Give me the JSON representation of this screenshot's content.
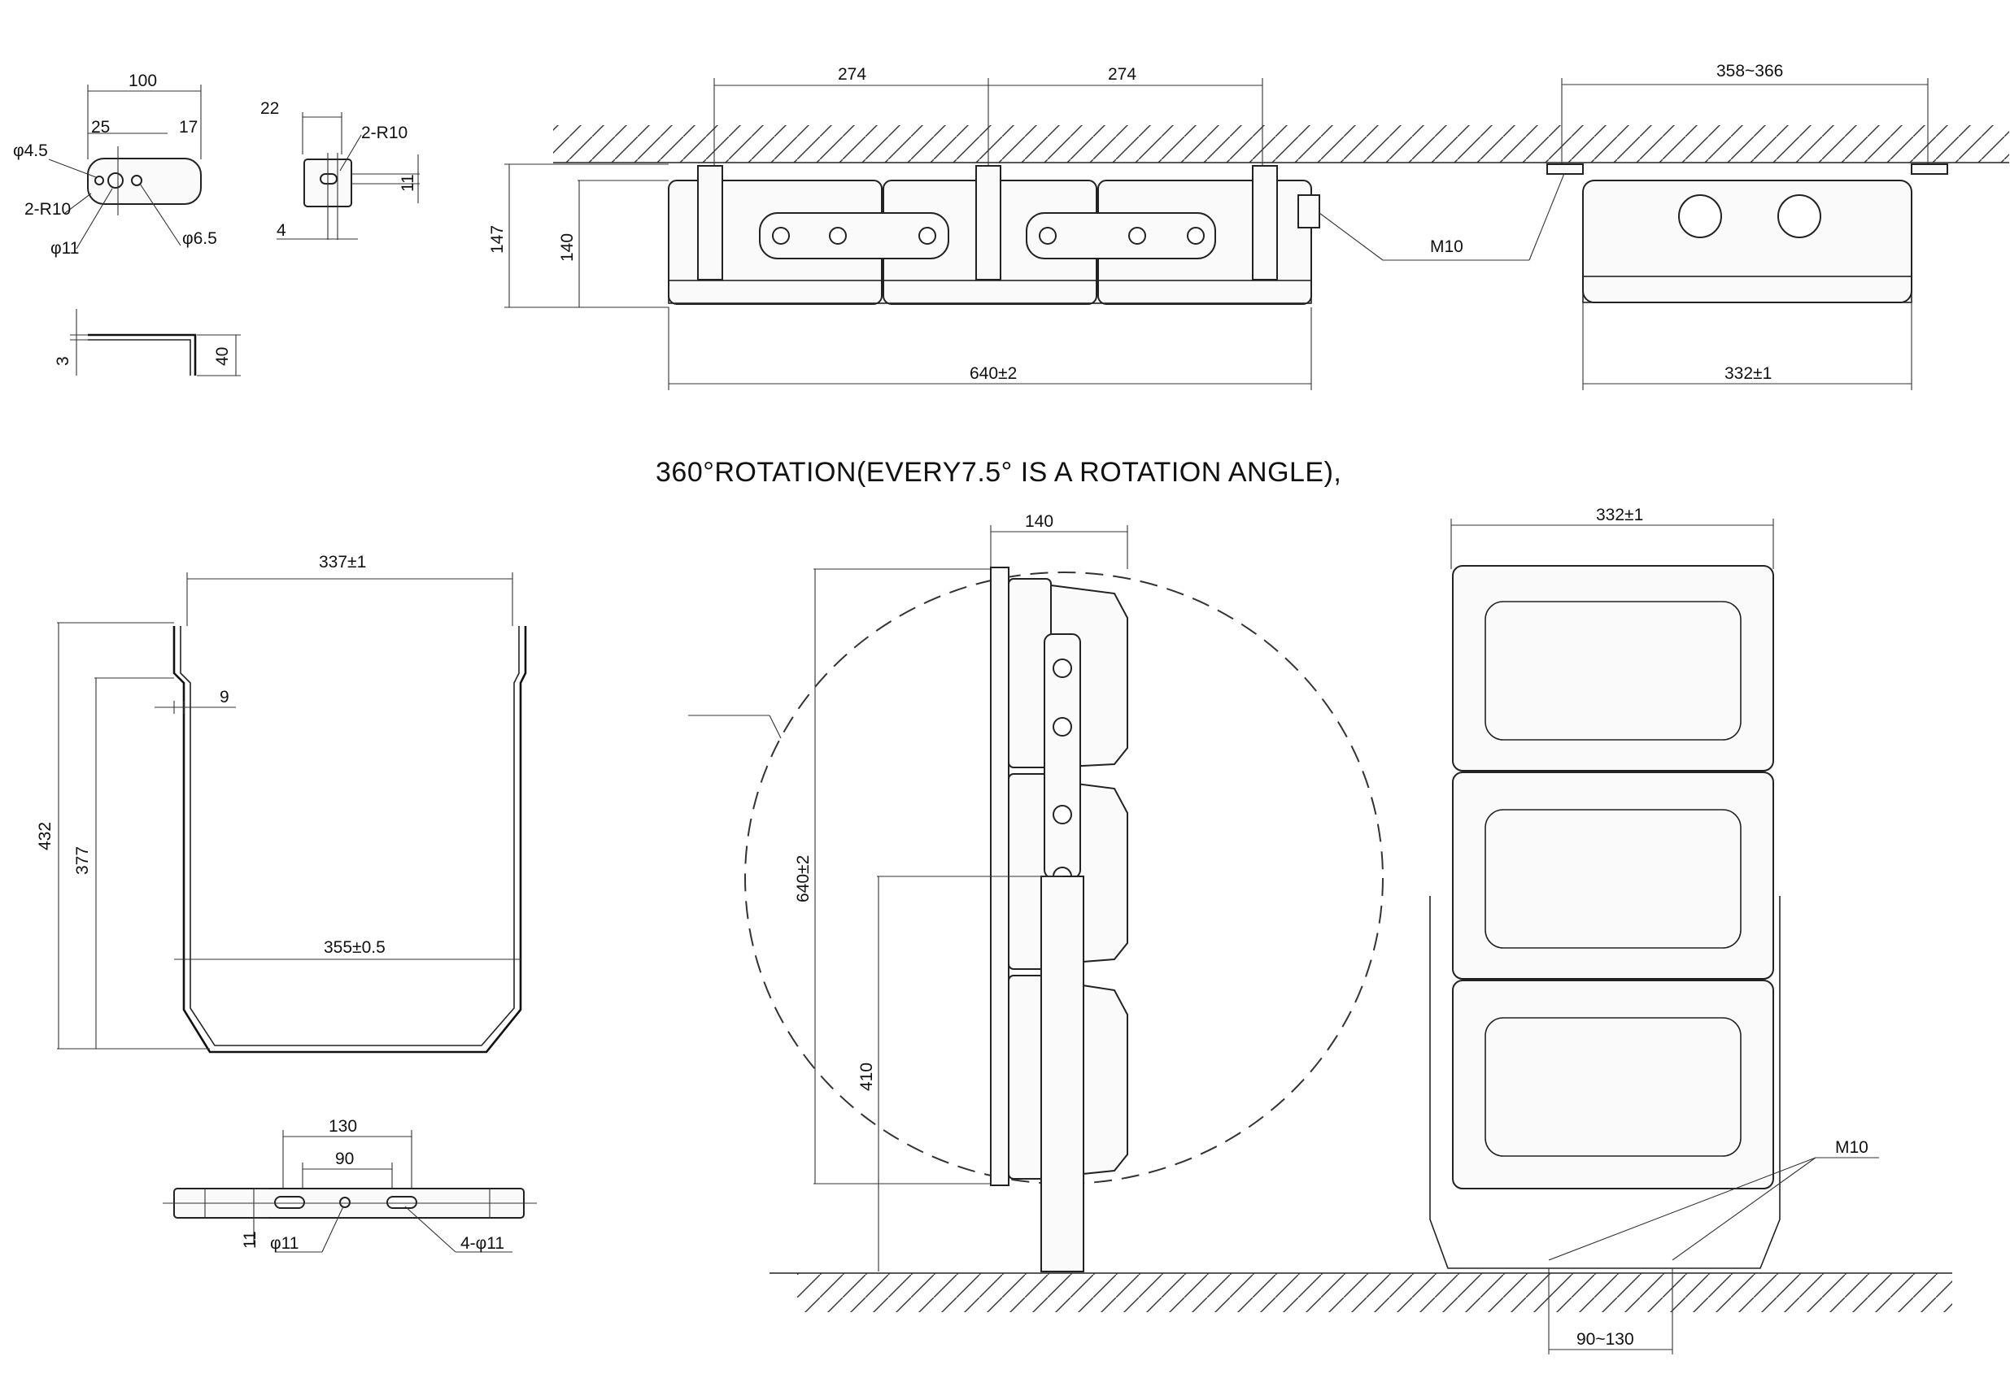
{
  "title": "360°ROTATION(EVERY7.5° IS A ROTATION ANGLE),",
  "bracket_plate": {
    "width": "100",
    "left": "25",
    "right": "17",
    "hole_small": "φ4.5",
    "radius": "2-R10",
    "hole_center": "φ11",
    "hole_right": "φ6.5"
  },
  "bracket_side": {
    "width": "22",
    "radius": "2-R10",
    "thickness": "4",
    "height": "11"
  },
  "bracket_profile": {
    "thickness": "3",
    "height": "40"
  },
  "top_view": {
    "spacing_left": "274",
    "spacing_right": "274",
    "height_outer": "147",
    "height_inner": "140",
    "bolt": "M10",
    "length": "640±2"
  },
  "end_view": {
    "span": "358~366",
    "width": "332±1"
  },
  "u_bracket": {
    "width_top": "337±1",
    "flange": "9",
    "width_bottom": "355±0.5",
    "height_outer": "432",
    "height_inner": "377"
  },
  "base_view": {
    "slot_span": "130",
    "center_span": "90",
    "thickness": "11",
    "hole": "φ11",
    "holes": "4-φ11"
  },
  "side_view": {
    "depth": "140",
    "length": "640±2",
    "pivot_height": "410"
  },
  "front_view": {
    "width": "332±1",
    "bolt": "M10",
    "anchor_span": "90~130"
  }
}
